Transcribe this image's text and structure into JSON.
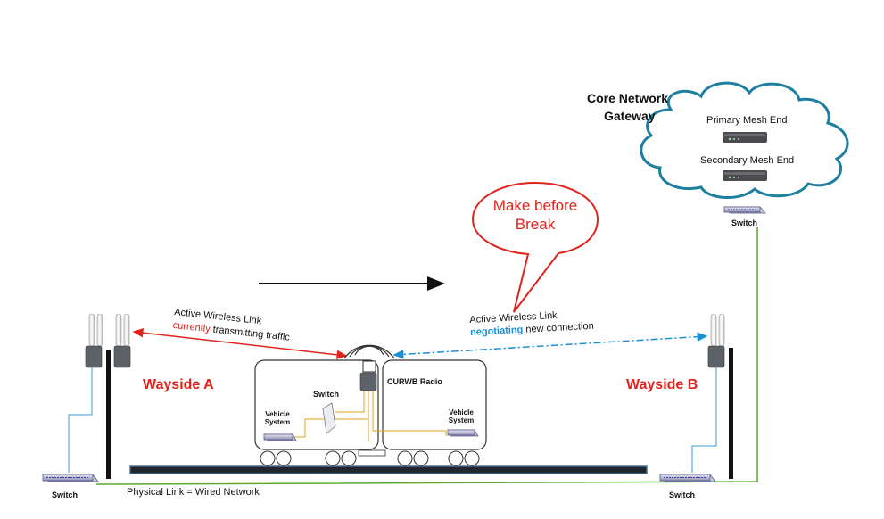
{
  "core": {
    "title_line1": "Core Network",
    "title_line2": "Gateway",
    "primary": "Primary Mesh End",
    "secondary": "Secondary Mesh End",
    "switch": "Switch"
  },
  "bubble": {
    "line1": "Make before",
    "line2": "Break"
  },
  "wayside_a": {
    "label": "Wayside A",
    "switch": "Switch"
  },
  "wayside_b": {
    "label": "Wayside B",
    "switch": "Switch"
  },
  "link_a": {
    "line1": "Active Wireless Link",
    "highlight": "currently",
    "line2_rest": " transmitting traffic"
  },
  "link_b": {
    "line1": "Active Wireless Link",
    "highlight": "negotiating",
    "line2_rest": " new connection"
  },
  "train": {
    "radio": "CURWB Radio",
    "switch": "Switch",
    "vehicle1_line1": "Vehicle",
    "vehicle1_line2": "System",
    "vehicle2_line1": "Vehicle",
    "vehicle2_line2": "System"
  },
  "physical_link": "Physical Link = Wired Network",
  "colors": {
    "wayside": "#e0231c",
    "active_link": "#e0231c",
    "negotiating_link": "#1a8fd6",
    "wired": "#5aa832",
    "cloud": "#1e7fa0",
    "vehicle_wiring": "#e5a020"
  }
}
